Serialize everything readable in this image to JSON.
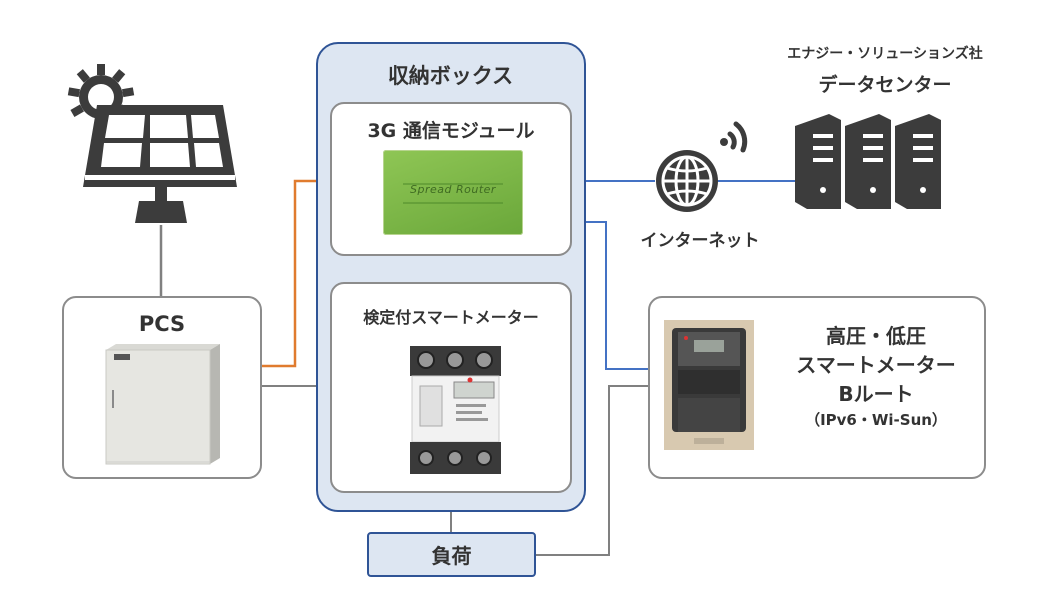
{
  "storage_box": {
    "title": "収納ボックス"
  },
  "modules": {
    "comm": {
      "title": "3G 通信モジュール",
      "device_label": "Spread Router"
    },
    "meter": {
      "title": "検定付スマートメーター"
    }
  },
  "pcs": {
    "label": "PCS"
  },
  "load": {
    "label": "負荷"
  },
  "internet": {
    "label": "インターネット"
  },
  "datacenter": {
    "company": "エナジー・ソリューションズ社",
    "name": "データセンター"
  },
  "hv_meter": {
    "line1": "高圧・低圧",
    "line2": "スマートメーター",
    "line3": "Bルート",
    "line4": "（IPv6・Wi-Sun）"
  },
  "colors": {
    "accent_blue": "#2f5496",
    "box_fill": "#dde6f2",
    "line_orange": "#e07b2e",
    "line_blue": "#4472c4",
    "line_gray": "#808080",
    "icon_dark": "#3c3c3c"
  },
  "icons": [
    "solar-panel-icon",
    "sun-gear-icon",
    "globe-icon",
    "wifi-signal-icon",
    "server-rack-icon",
    "pcs-cabinet-icon",
    "smart-meter-icon",
    "hv-meter-icon"
  ]
}
